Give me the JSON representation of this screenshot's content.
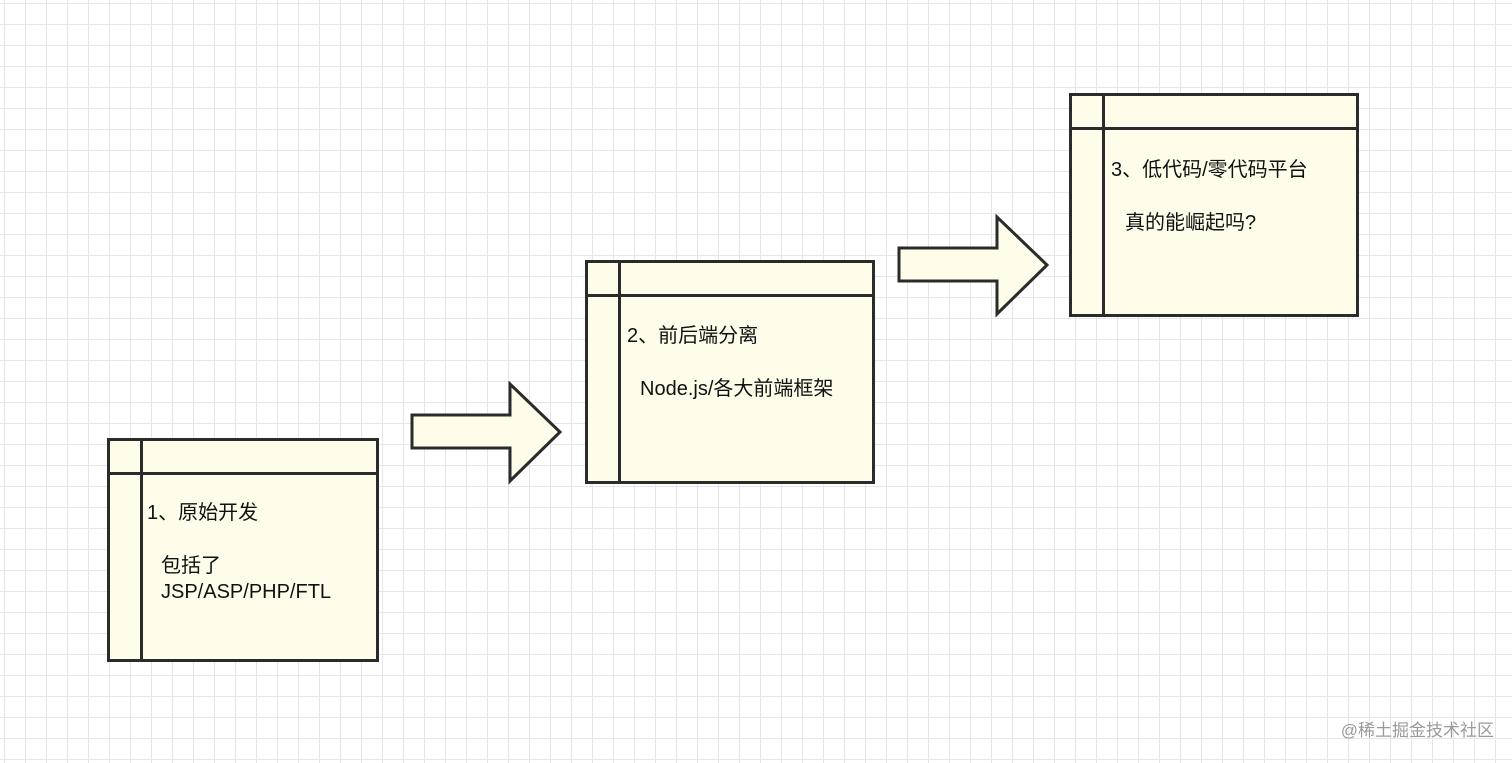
{
  "boxes": [
    {
      "title": "1、原始开发",
      "body_line1": "包括了",
      "body_line2": "JSP/ASP/PHP/FTL"
    },
    {
      "title": "2、前后端分离",
      "body_line1": "Node.js/各大前端框架"
    },
    {
      "title": "3、低代码/零代码平台",
      "body_line1": "真的能崛起吗?"
    }
  ],
  "watermark": "@稀土掘金技术社区",
  "colors": {
    "box_fill": "#fdfde9",
    "stroke": "#2b2b2b",
    "grid": "#e6e6e6"
  }
}
